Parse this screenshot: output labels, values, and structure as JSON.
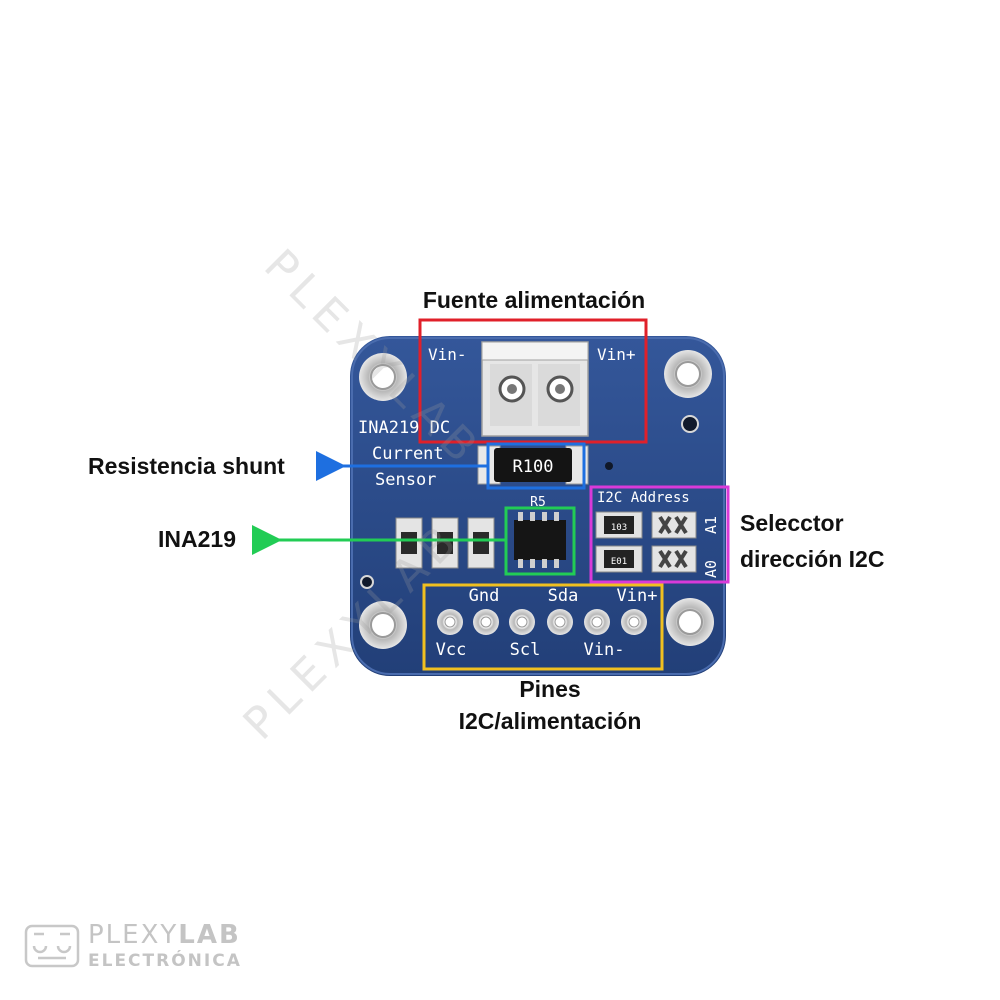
{
  "board": {
    "title_lines": [
      "INA219 DC",
      "Current",
      "Sensor"
    ],
    "terminal_left": "Vin-",
    "terminal_right": "Vin+",
    "shunt_marking": "R100",
    "shunt_ref": "R5",
    "i2c_address_label": "I2C Address",
    "addr_a1": "A1",
    "addr_a0": "A0",
    "smd_upper": "103",
    "smd_lower": "E01",
    "pins_top": [
      "Gnd",
      "Sda",
      "Vin+"
    ],
    "pins_bottom": [
      "Vcc",
      "Scl",
      "Vin-"
    ]
  },
  "callouts": {
    "power_supply": "Fuente alimentación",
    "shunt": "Resistencia shunt",
    "ina219": "INA219",
    "address_selector": [
      "Selecctor",
      "dirección I2C"
    ],
    "pins": [
      "Pines",
      "I2C/alimentación"
    ]
  },
  "colors": {
    "power_box": "#e0202a",
    "shunt_arrow": "#1e6fe0",
    "ina_arrow": "#22cc55",
    "address_box": "#d93ad9",
    "pins_box": "#f0c020",
    "pcb": "#2b4e8e"
  },
  "watermark": {
    "diagonal": "PLEXYLAB",
    "logo_main_light": "PLEXY",
    "logo_main_bold": "LAB",
    "logo_sub": "ELECTRÓNICA"
  }
}
